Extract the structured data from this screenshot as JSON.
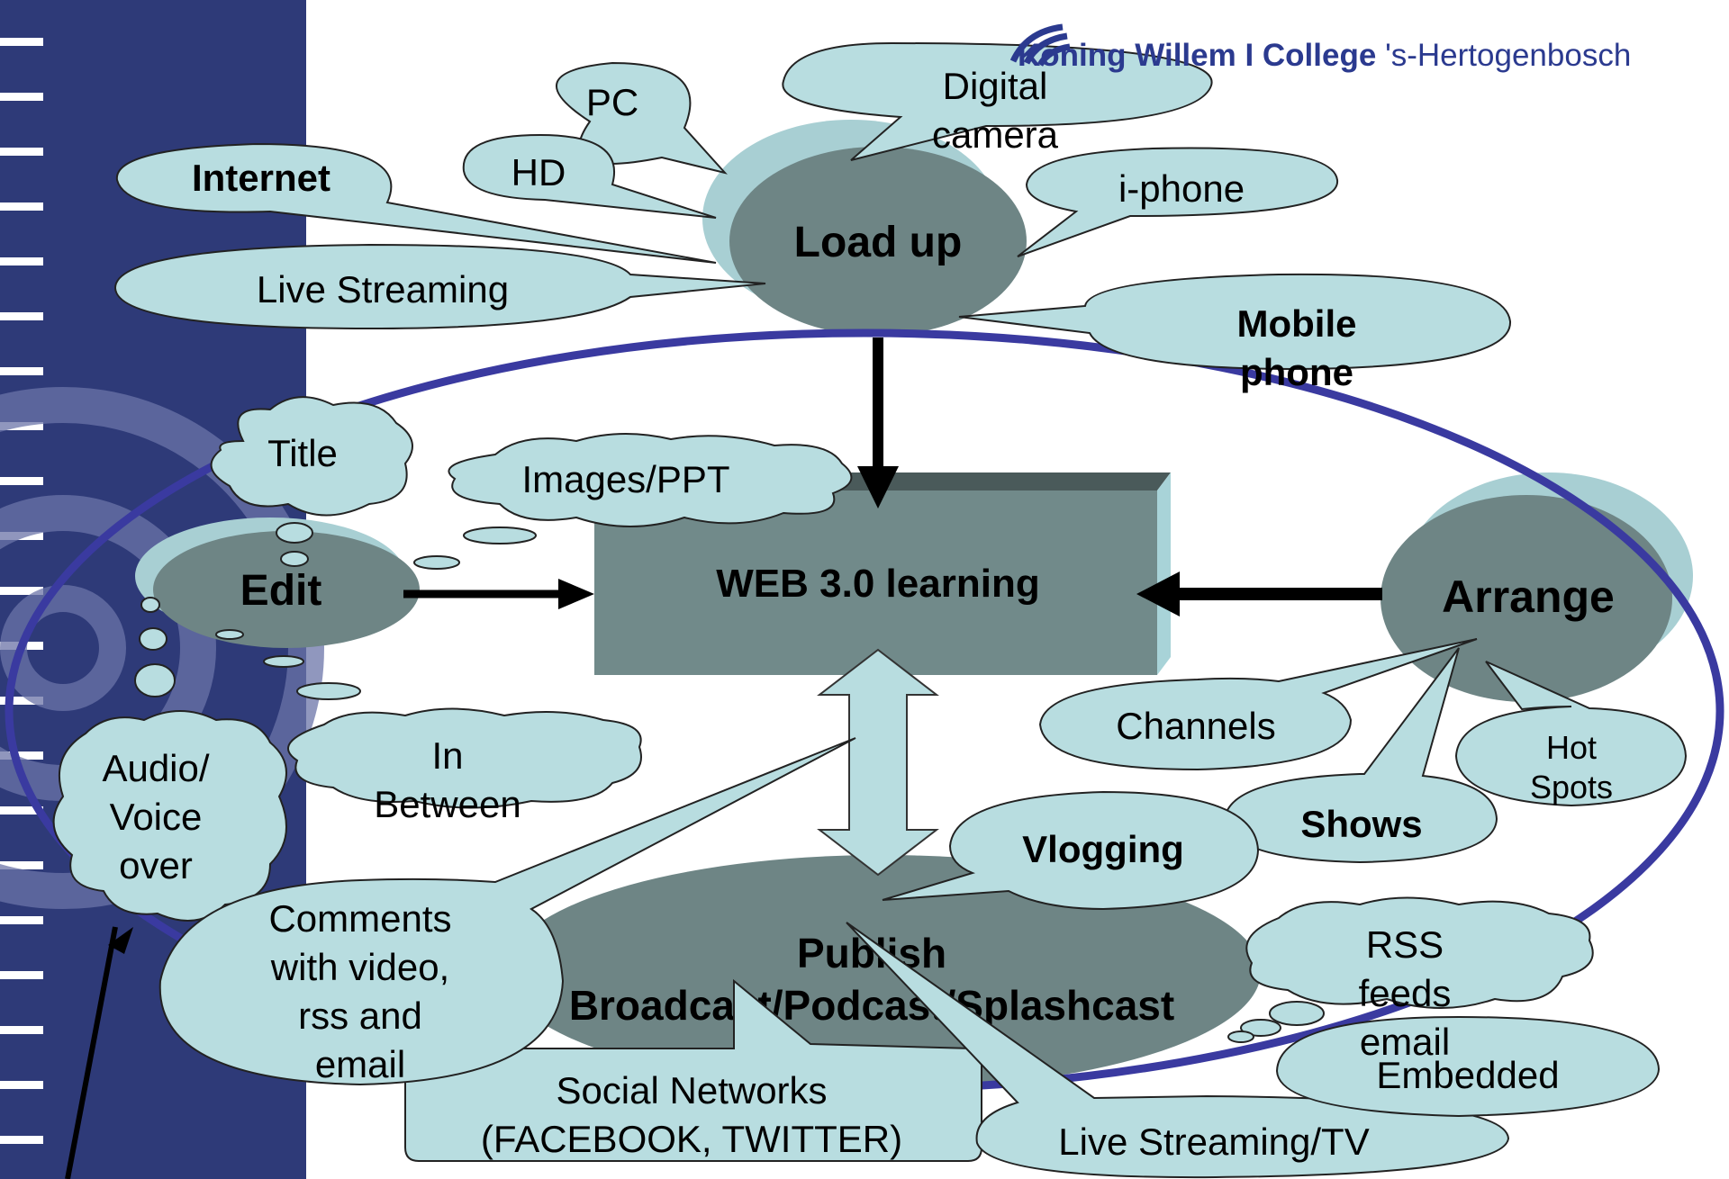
{
  "header": {
    "college_name": "Koning Willem I College",
    "college_city": "'s-Hertogenbosch"
  },
  "nodes": {
    "load_up": "Load up",
    "web": "WEB 3.0 learning",
    "edit": "Edit",
    "arrange": "Arrange",
    "publish": [
      "Publish",
      "Broadcast/Podcast/Splashcast"
    ]
  },
  "load_up_sources": {
    "pc": "PC",
    "digital_camera": [
      "Digital",
      "camera"
    ],
    "hd": "HD",
    "internet": "Internet",
    "i_phone": "i-phone",
    "live_streaming": "Live Streaming",
    "mobile_phone": [
      "Mobile",
      "phone"
    ]
  },
  "edit_items": {
    "title": "Title",
    "images_ppt": "Images/PPT",
    "in_between": [
      "In",
      "Between"
    ],
    "audio_voice": [
      "Audio/",
      "Voice",
      "over"
    ]
  },
  "arrange_items": {
    "channels": "Channels",
    "shows": "Shows",
    "hot_spots": [
      "Hot",
      "Spots"
    ]
  },
  "publish_items": {
    "vlogging": "Vlogging",
    "comments": [
      "Comments",
      "with video,",
      "rss and",
      "email"
    ],
    "rss": [
      "RSS",
      "feeds",
      "email"
    ],
    "embedded": "Embedded",
    "social": [
      "Social Networks",
      "(FACEBOOK, TWITTER)"
    ],
    "live_tv": "Live Streaming/TV"
  },
  "colors": {
    "sidebar_blue": "#2e3a78",
    "bubble_fill": "#b8dde0",
    "node_gray": "#6e8585",
    "box_gray": "#718a8a",
    "ellipse_outline": "#3a3aa0",
    "logo_blue": "#2b3a8f"
  }
}
